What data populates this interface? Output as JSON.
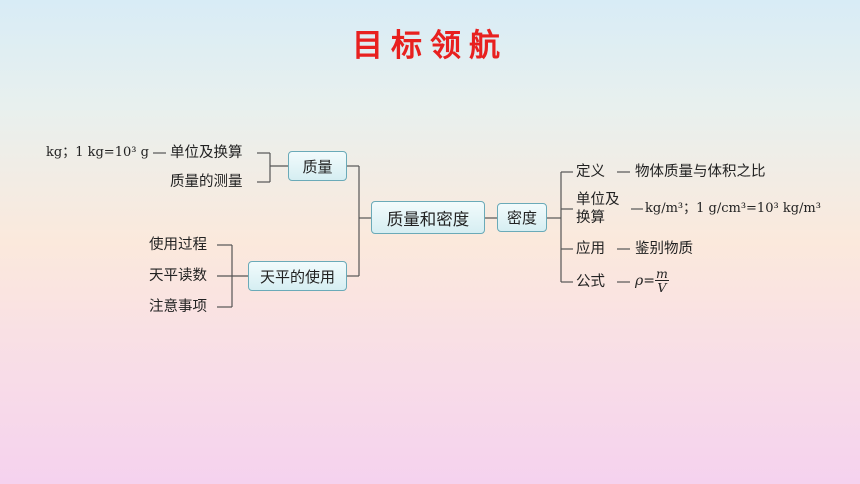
{
  "title": "目标领航",
  "root": {
    "label": "质量和密度"
  },
  "left": {
    "mass": {
      "label": "质量",
      "unit_label": "单位及换算",
      "unit_value": "kg；1 kg=10³ g",
      "measure_label": "质量的测量"
    },
    "balance": {
      "label": "天平的使用",
      "items": [
        "使用过程",
        "天平读数",
        "注意事项"
      ]
    }
  },
  "right": {
    "density": {
      "label": "密度",
      "definition_label": "定义",
      "definition_value": "物体质量与体积之比",
      "unit_label_line1": "单位及",
      "unit_label_line2": "换算",
      "unit_value": "kg/m³；1 g/cm³=10³ kg/m³",
      "application_label": "应用",
      "application_value": "鉴别物质",
      "formula_label": "公式",
      "formula_lhs": "ρ=",
      "formula_num": "m",
      "formula_den": "V"
    }
  }
}
